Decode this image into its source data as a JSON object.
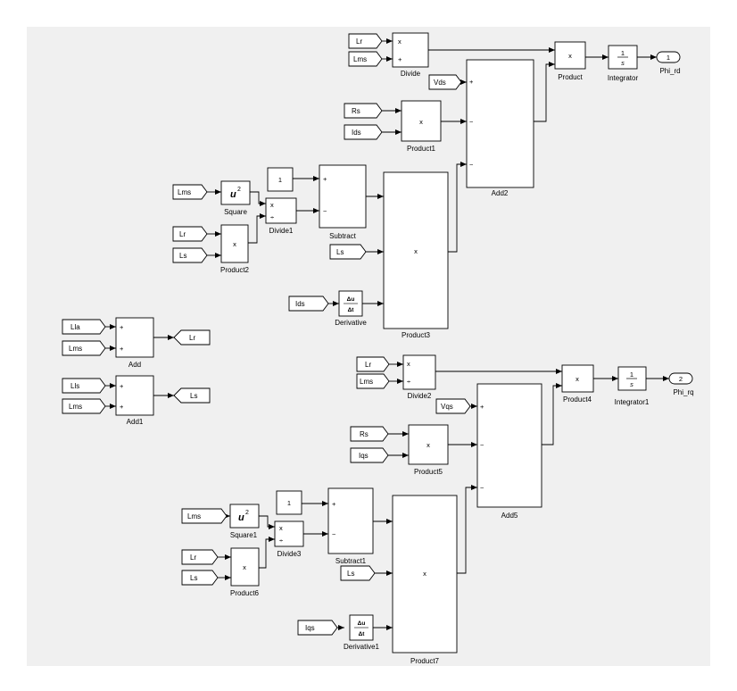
{
  "colors": {
    "canvas": "#f0f0f0",
    "block_fill": "#ffffff",
    "line": "#000000"
  },
  "blocks": {
    "divide": "Divide",
    "product": "Product",
    "integrator": "Integrator",
    "outport1": "Phi_rd",
    "product1": "Product1",
    "add2": "Add2",
    "square": "Square",
    "divide1": "Divide1",
    "product2": "Product2",
    "subtract": "Subtract",
    "product3": "Product3",
    "derivative": "Derivative",
    "add": "Add",
    "add1": "Add1",
    "divide2": "Divide2",
    "product4": "Product4",
    "integrator1": "Integrator1",
    "outport2": "Phi_rq",
    "product5": "Product5",
    "add5": "Add5",
    "square1": "Square1",
    "divide3": "Divide3",
    "product6": "Product6",
    "subtract1": "Subtract1",
    "product7": "Product7",
    "derivative1": "Derivative1"
  },
  "signals": {
    "lr": "Lr",
    "lms": "Lms",
    "lla": "Lla",
    "lls": "Lls",
    "ls": "Ls",
    "vds": "Vds",
    "vqs": "Vqs",
    "rs": "Rs",
    "ids": "Ids",
    "iqs": "Iqs"
  },
  "glyphs": {
    "times": "x",
    "plus": "+",
    "minus": "−",
    "divide": "÷",
    "one": "1",
    "two": "2",
    "integ_num": "1",
    "integ_den": "s",
    "square_base": "u",
    "square_exp": "2",
    "deriv_num": "Δu",
    "deriv_den": "Δt"
  }
}
